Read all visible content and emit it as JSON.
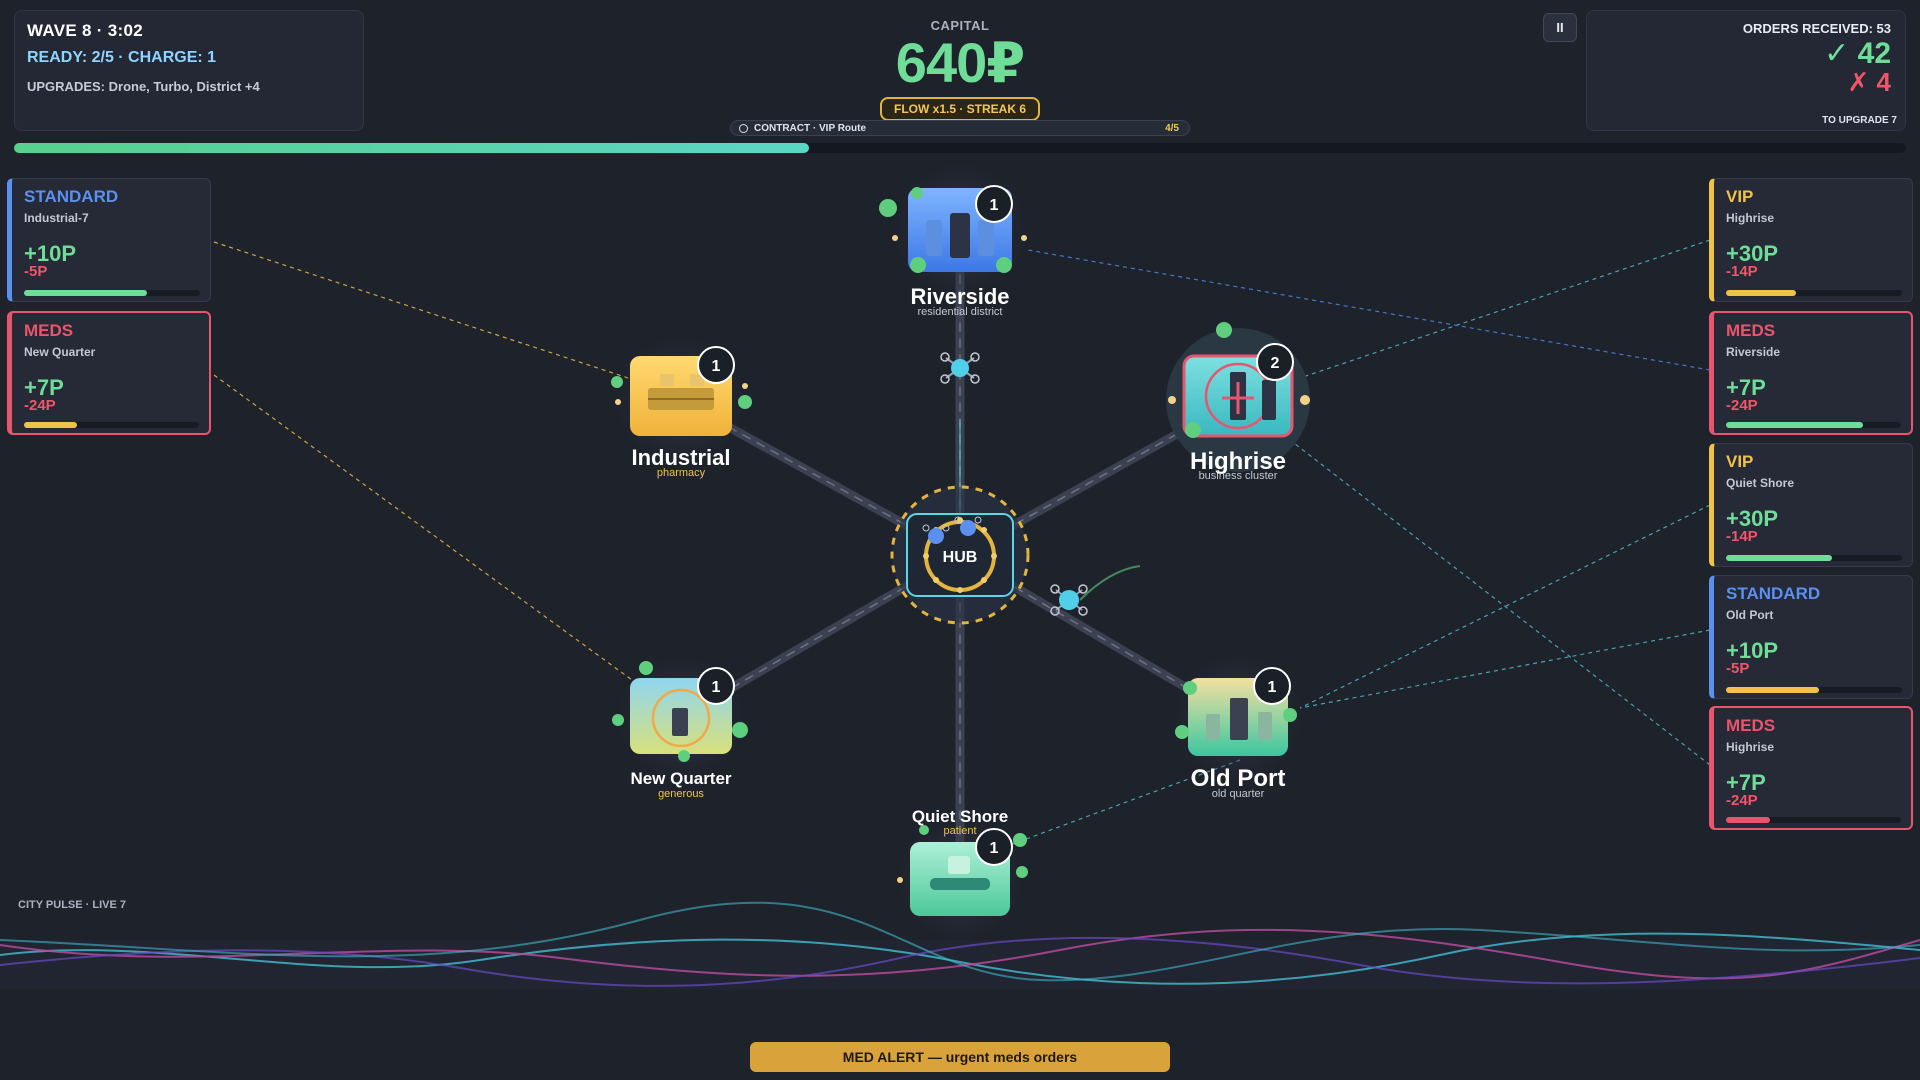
{
  "hud": {
    "wave_line": "WAVE 8  ·  3:02",
    "ready_line": "READY: 2/5 · CHARGE: 1",
    "upgrades_line": "UPGRADES: Drone, Turbo, District +4",
    "capital_label": "CAPITAL",
    "capital_value": "640₽",
    "flow_badge": "FLOW x1.5 · STREAK 6",
    "contract_text": "CONTRACT · VIP Route",
    "contract_count": "4/5",
    "wave_progress": 0.42,
    "pause_label": "II",
    "orders_label": "ORDERS RECEIVED: 53",
    "orders_ok": "✓ 42",
    "orders_fail": "✗ 4",
    "to_upgrade": "TO UPGRADE 7"
  },
  "colors": {
    "standard": "#5b8ff0",
    "vip": "#f0c24a",
    "meds": "#e8556d",
    "reward": "#6fdc98",
    "penalty": "#f0556a",
    "capital": "#6fdc98",
    "road": "#3b4150"
  },
  "orders_left": [
    {
      "type": "STANDARD",
      "destination": "Industrial-7",
      "reward": "+10P",
      "penalty": "-5P",
      "kind": "standard",
      "timer": 0.7
    },
    {
      "type": "MEDS",
      "destination": "New Quarter",
      "reward": "+7P",
      "penalty": "-24P",
      "kind": "meds",
      "timer": 0.3
    }
  ],
  "orders_right": [
    {
      "type": "VIP",
      "destination": "Highrise",
      "reward": "+30P",
      "penalty": "-14P",
      "kind": "vip",
      "timer": 0.4
    },
    {
      "type": "MEDS",
      "destination": "Riverside",
      "reward": "+7P",
      "penalty": "-24P",
      "kind": "meds",
      "timer": 0.78
    },
    {
      "type": "VIP",
      "destination": "Quiet Shore",
      "reward": "+30P",
      "penalty": "-14P",
      "kind": "vip",
      "timer": 0.6
    },
    {
      "type": "STANDARD",
      "destination": "Old Port",
      "reward": "+10P",
      "penalty": "-5P",
      "kind": "standard",
      "timer": 0.53
    },
    {
      "type": "MEDS",
      "destination": "Highrise",
      "reward": "+7P",
      "penalty": "-24P",
      "kind": "meds",
      "timer": 0.25
    }
  ],
  "hub": {
    "label": "HUB"
  },
  "districts": [
    {
      "name": "Riverside",
      "subtitle": "residential district",
      "badge": "1",
      "theme": "residential",
      "sub_color": "#c3c9d3"
    },
    {
      "name": "Industrial",
      "subtitle": "pharmacy",
      "badge": "1",
      "theme": "industrial",
      "sub_color": "#f0c24a"
    },
    {
      "name": "Highrise",
      "subtitle": "business cluster",
      "badge": "2",
      "theme": "highrise",
      "sub_color": "#c3c9d3"
    },
    {
      "name": "New Quarter",
      "subtitle": "generous",
      "badge": "1",
      "theme": "newquarter",
      "sub_color": "#f0c24a"
    },
    {
      "name": "Old Port",
      "subtitle": "old quarter",
      "badge": "1",
      "theme": "oldport",
      "sub_color": "#c3c9d3"
    },
    {
      "name": "Quiet Shore",
      "subtitle": "patient",
      "badge": "1",
      "theme": "shore",
      "sub_color": "#f0c24a"
    }
  ],
  "footer": {
    "city_pulse": "CITY PULSE · LIVE 7",
    "med_alert": "MED ALERT — urgent meds orders"
  }
}
